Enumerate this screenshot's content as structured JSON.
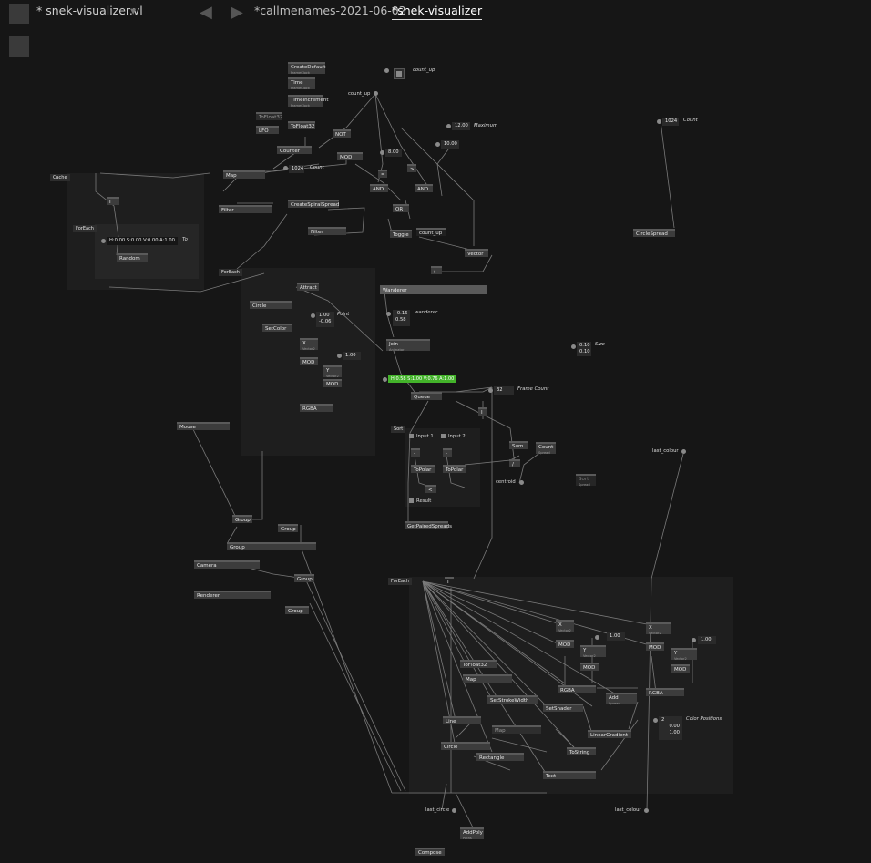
{
  "tabs": [
    {
      "label": "* snek-visualizer.vl",
      "active": false
    },
    {
      "label": "*callmenames-2021-06-02",
      "active": false
    },
    {
      "label": "*snek-visualizer",
      "active": true
    }
  ],
  "dropdown_arrow": "▾",
  "nav": {
    "back": "◀",
    "forward": "▶"
  },
  "nodes": {
    "create_default": {
      "label": "CreateDefault",
      "sub": "FrameClock"
    },
    "time": {
      "label": "Time",
      "sub": "FrameClock"
    },
    "time_increment": {
      "label": "TimeIncrement",
      "sub": "FrameClock"
    },
    "tofloat32_a": "ToFloat32",
    "tofloat32_b": "ToFloat32",
    "lfo": "LFO",
    "counter": "Counter",
    "not": "NOT",
    "mod": "MOD",
    "map": "Map",
    "and_a": "AND",
    "and_b": "AND",
    "or": "OR",
    "toggle": "Toggle",
    "filter_a": "Filter",
    "filter_b": "Filter",
    "create_spiral_spread": "CreateSpiralSpread",
    "slash_a": "/",
    "i_a": "I",
    "random": "Random",
    "vector": "Vector",
    "slash_b": "/",
    "wanderer": "Wanderer",
    "join": {
      "label": "Join",
      "sub": "Animator"
    },
    "circle_spread": "CircleSpread",
    "attract": "Attract",
    "circle_a": "Circle",
    "setcolor": "SetColor",
    "x_a": {
      "label": "X",
      "sub": "Vector2"
    },
    "mod_a": "MOD",
    "y_a": {
      "label": "Y",
      "sub": "Vector2"
    },
    "mod_b": "MOD",
    "rgba_a": "RGBA",
    "queue": "Queue",
    "pipe_a": "I",
    "mouse": "Mouse",
    "sum": "Sum",
    "count": {
      "label": "Count",
      "sub": "Spread"
    },
    "slash_c": "/",
    "minus_a": "-",
    "minus_b": "-",
    "topolar_a": "ToPolar",
    "topolar_b": "ToPolar",
    "lt": "<",
    "sort_ghost": {
      "label": "Sort",
      "sub": "Spread"
    },
    "get_paired_spreads": "GetPairedSpreads",
    "group_a": "Group",
    "group_b": "Group",
    "group_c": "Group",
    "camera": "Camera",
    "group_d": "Group",
    "renderer": "Renderer",
    "group_e": "Group",
    "x_b": {
      "label": "X",
      "sub": "Vector2"
    },
    "mod_c": "MOD",
    "y_b": {
      "label": "Y",
      "sub": "Vector2"
    },
    "x_c": {
      "label": "X",
      "sub": "Vector2"
    },
    "mod_d": "MOD",
    "y_c": {
      "label": "Y",
      "sub": "Vector2"
    },
    "mod_e": "MOD",
    "mod_f": "MOD",
    "tofloat32_c": "ToFloat32",
    "map_b": "Map",
    "rgba_b": "RGBA",
    "rgba_c": "RGBA",
    "add": {
      "label": "Add",
      "sub": "Spread"
    },
    "set_stroke_width": "SetStrokeWidth",
    "set_shader": "SetShader",
    "line": "Line",
    "map_c": "Map",
    "linear_gradient": "LinearGradient",
    "circle_b": "Circle",
    "rectangle": "Rectangle",
    "tostring": "ToString",
    "text": "Text",
    "addpoly": {
      "label": "AddPoly",
      "sub": "Paths"
    },
    "compose": "Compose"
  },
  "regions": {
    "cache": "Cache",
    "foreach_a": "ForEach",
    "foreach_b": "ForEach",
    "sort": "Sort",
    "foreach_c": "ForEach"
  },
  "pads": {
    "count_up": "count_up",
    "count_up_b": "count_up",
    "maximum_val": "12.00",
    "maximum": "Maximum",
    "val_8": "8.00",
    "val_10": "10.00",
    "count_val": "1024",
    "count": "Count",
    "count_val_b": "1024",
    "count_b": "Count",
    "to": "To",
    "hsva_to": "H:0.00 S:0.00 V:0.00 A:1.00",
    "point_x": "1.00",
    "point_y": "-0.06",
    "point": "Point",
    "one_a": "1.00",
    "wanderer_x": "-0.16",
    "wanderer_y": "0.58",
    "wanderer": "wanderer",
    "size_x": "0.10",
    "size_y": "0.10",
    "size": "Size",
    "hsva_green": "H:0.58 S:1.00 V:0.76 A:1.00",
    "frame_count_val": "32",
    "frame_count": "Frame Count",
    "input1": "Input 1",
    "input2": "Input 2",
    "centroid": "centroid",
    "result": "Result",
    "last_colour": "last_colour",
    "one_b": "1.00",
    "one_c": "1.00",
    "color_positions_n": "2",
    "color_pos_0": "0.00",
    "color_pos_1": "1.00",
    "color_positions": "Color Positions",
    "last_circle": "last_circle",
    "last_colour_b": "last_colour",
    "gt": ">",
    "eq": "=",
    "i_pin": "I"
  }
}
